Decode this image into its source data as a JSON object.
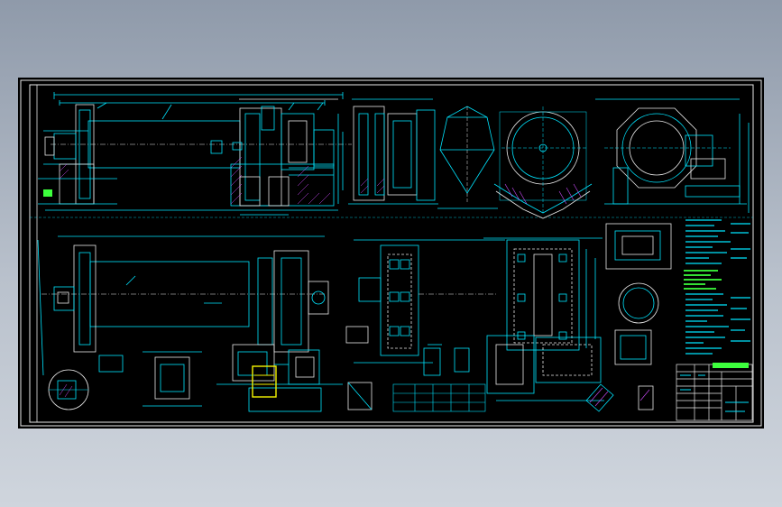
{
  "viewer": {
    "background_top": "#8f9aaa",
    "background_bottom": "#cfd5dd"
  },
  "drawing": {
    "background": "#000000",
    "colors": {
      "primary_lines": "#00e5ff",
      "white_lines": "#e8e8e8",
      "highlight_green": "#3dff3d",
      "highlight_yellow": "#f4f400",
      "hatch_magenta": "#d04cff",
      "dimension_green": "#23d66a"
    },
    "views": [
      "top-left-elevation",
      "side-section-views",
      "ring-sections",
      "plan-view",
      "foundation-plan",
      "detail-views",
      "notes-panel",
      "title-block"
    ]
  }
}
